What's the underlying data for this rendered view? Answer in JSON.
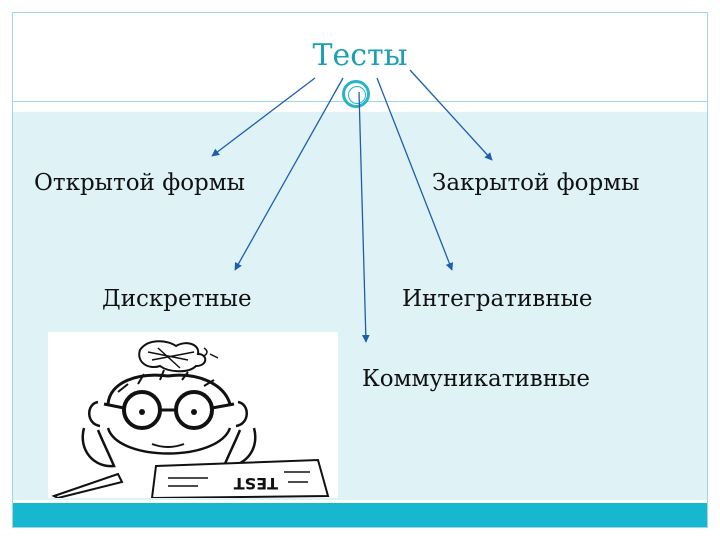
{
  "title": "Тесты",
  "nodes": {
    "open_form": "Открытой формы",
    "closed_form": "Закрытой формы",
    "discrete": "Дискретные",
    "integrative": "Интегративные",
    "communicative": "Коммуникативные"
  },
  "illustration": {
    "test_sheet_text": "TEST"
  },
  "colors": {
    "accent": "#1a9fb5",
    "body_background": "#dff3f7",
    "bottom_bar": "#17b8cf",
    "arrow": "#1c5fae"
  }
}
